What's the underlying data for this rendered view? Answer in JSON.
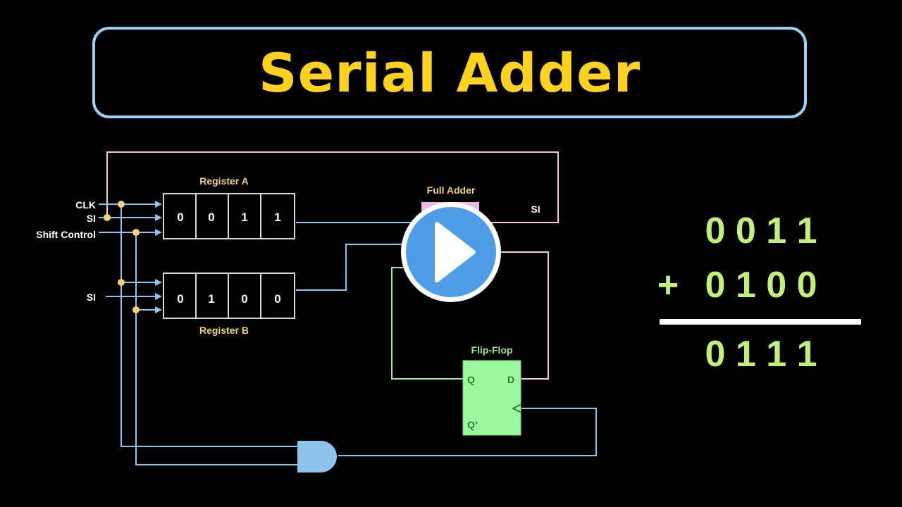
{
  "title": "Serial Adder",
  "colors": {
    "background": "#000000",
    "title": "#ffd21f",
    "title_border": "#9fd0f4",
    "wire_blue": "#8ec3ee",
    "wire_pink": "#f4c6df",
    "wire_green": "#9ee79a",
    "flipflop_fill": "#9cf89c",
    "adder_fill": "#e9b7ea",
    "label_yellow": "#f3d37a",
    "sum_green": "#c1f07a",
    "play_blue": "#4f9de6"
  },
  "diagram": {
    "inputs": {
      "clk": "CLK",
      "si_a": "SI",
      "shift_control": "Shift Control",
      "si_b": "SI"
    },
    "register_a": {
      "label": "Register A",
      "bits": [
        "0",
        "0",
        "1",
        "1"
      ]
    },
    "register_b": {
      "label": "Register B",
      "bits": [
        "0",
        "1",
        "0",
        "0"
      ]
    },
    "full_adder": {
      "label": "Full Adder",
      "output_label": "SI"
    },
    "flip_flop": {
      "label": "Flip-Flop",
      "q": "Q",
      "d": "D",
      "q_bar": "Q’"
    }
  },
  "addition": {
    "operand_1": "0 0 1 1",
    "operator": "+",
    "operand_2": "0 1 0 0",
    "result": "0 1 1 1"
  },
  "play_button": {
    "icon": "play-icon"
  }
}
